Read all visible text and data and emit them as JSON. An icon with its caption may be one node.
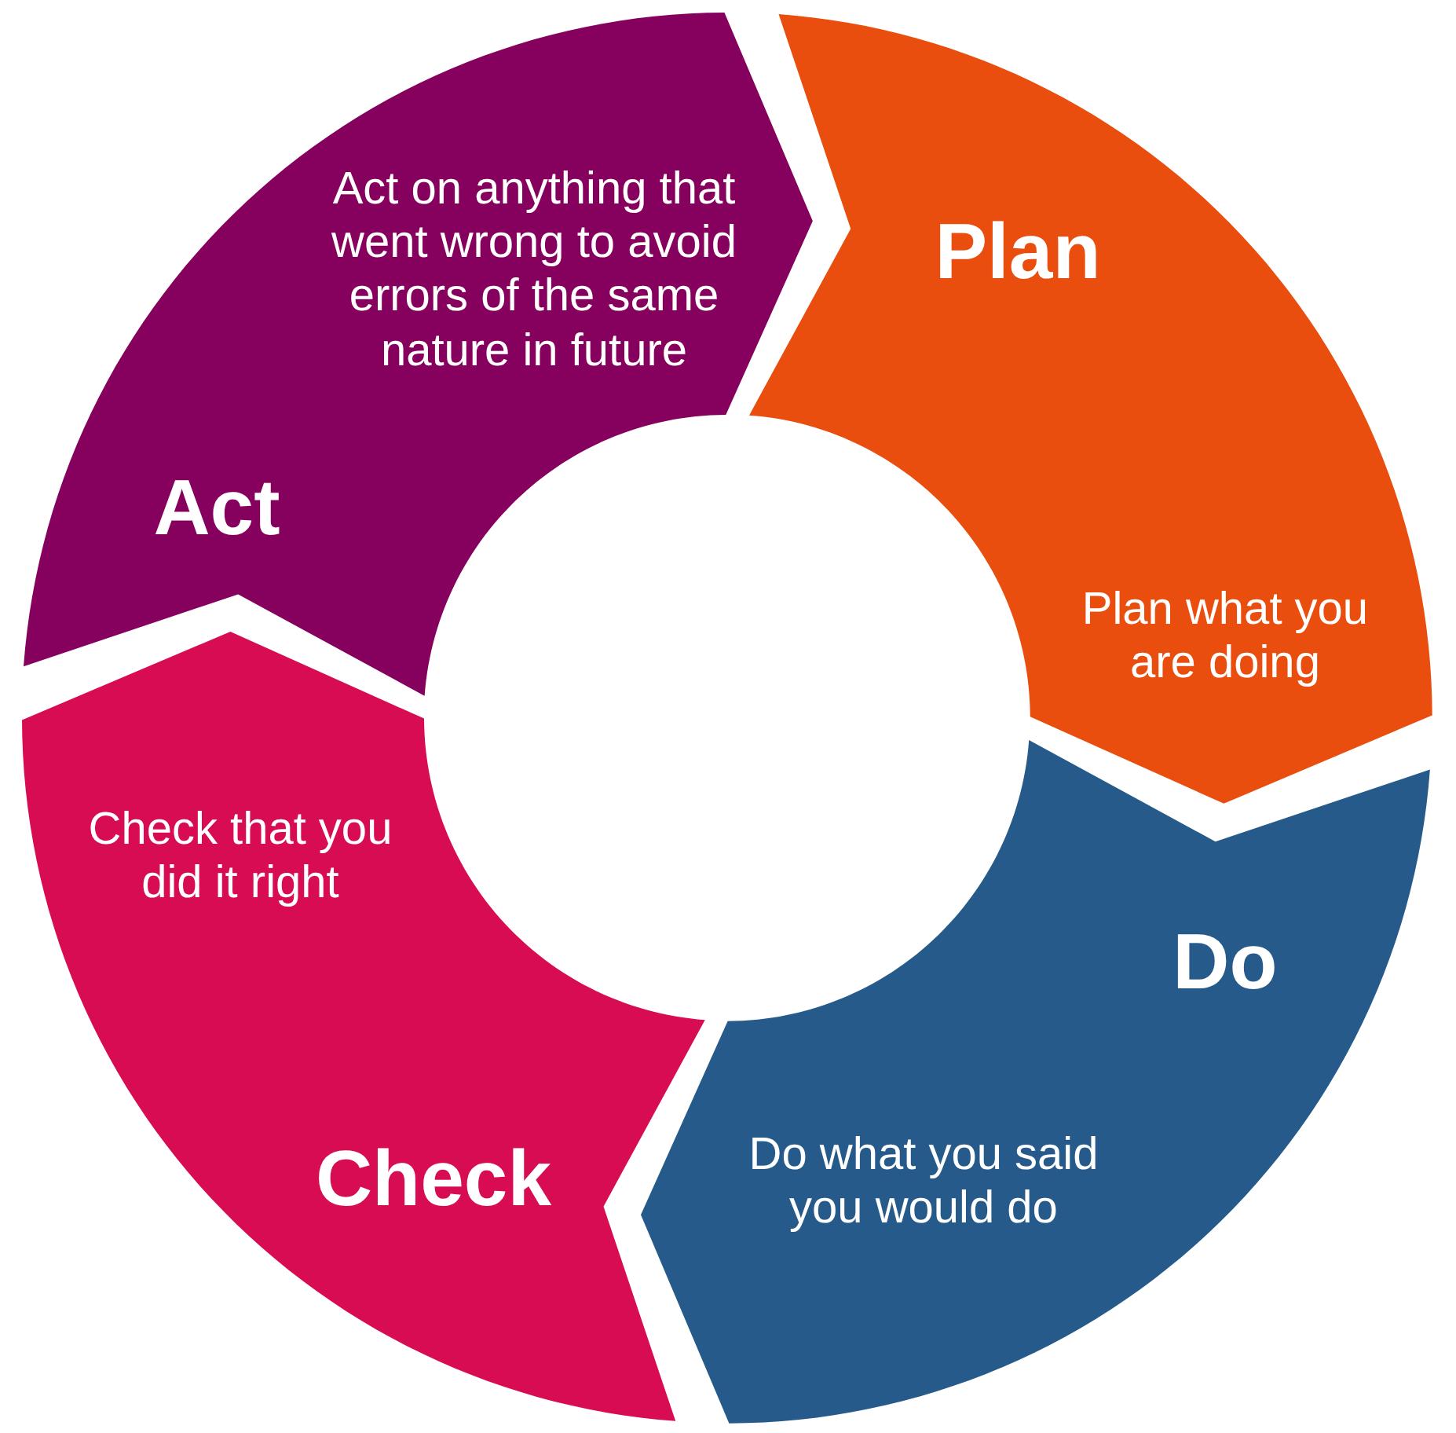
{
  "diagram": {
    "nodes": [
      {
        "text": [
          "Plan",
          "Plan what you are doing"
        ]
      },
      {
        "text": [
          "Do",
          "Do what you said you would do"
        ]
      },
      {
        "text": [
          "Check that you did it right",
          "Check"
        ]
      },
      {
        "text": [
          "Act",
          "Act on anything that went wrong to avoid errors of the same nature in future"
        ]
      }
    ]
  }
}
